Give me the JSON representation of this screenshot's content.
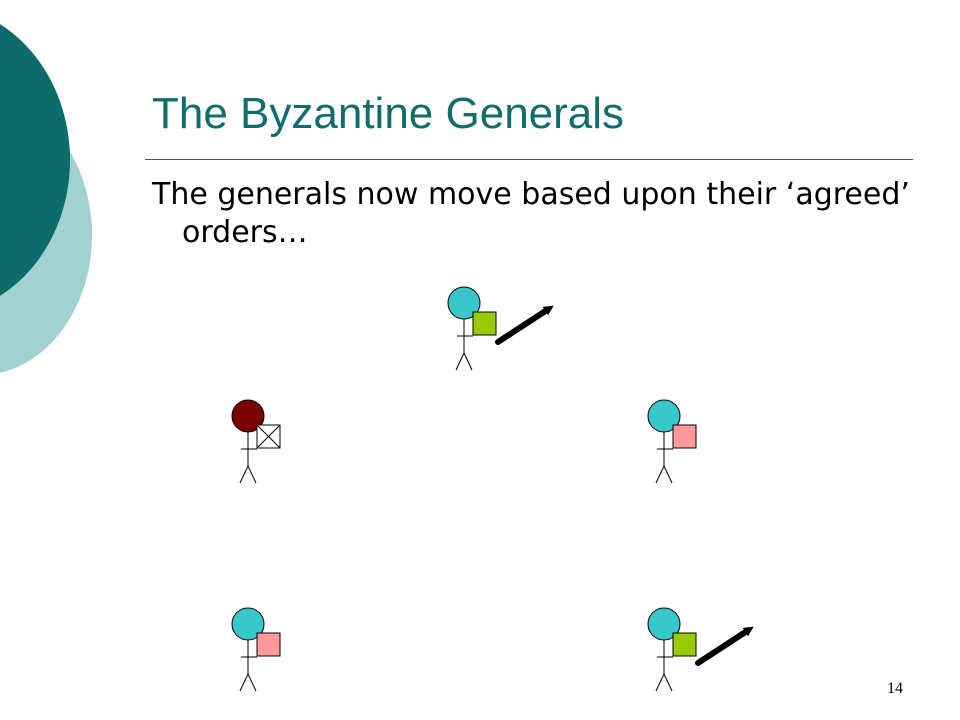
{
  "slide": {
    "title": "The Byzantine Generals",
    "body": "The generals now move based upon their ‘agreed’ orders…",
    "slide_number": "14"
  },
  "theme": {
    "title_color": "#0f6e6c",
    "decor_dark": "#0d6b69",
    "decor_light": "#a3d0d0",
    "loyal_head": "#3ac7c9",
    "traitor_head": "#7a0000",
    "attack_order": "#99cc00",
    "retreat_order": "#ff9999",
    "arrow_color": "#000000"
  },
  "generals": [
    {
      "id": "top",
      "role": "loyal",
      "order": "attack",
      "moving": true
    },
    {
      "id": "middle-left",
      "role": "traitor",
      "order": "none",
      "moving": false
    },
    {
      "id": "middle-right",
      "role": "loyal",
      "order": "retreat",
      "moving": false
    },
    {
      "id": "bottom-left",
      "role": "loyal",
      "order": "retreat",
      "moving": false
    },
    {
      "id": "bottom-right",
      "role": "loyal",
      "order": "attack",
      "moving": true
    }
  ]
}
